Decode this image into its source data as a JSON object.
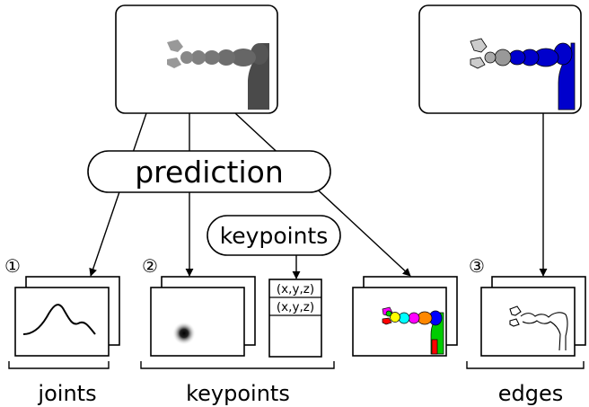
{
  "prediction_label": "prediction",
  "keypoints_bubble": "keypoints",
  "markers": {
    "one": "①",
    "two": "②",
    "three": "③"
  },
  "keypoint_rows": [
    "(x,y,z)",
    "(x,y,z)"
  ],
  "group_labels": {
    "joints": "joints",
    "keypoints": "keypoints",
    "edges": "edges"
  },
  "colors": {
    "depth_arm": "#666666",
    "segmented_arm": "#0000cc",
    "edge_line": "#000000",
    "heatmap_spot": "#000000",
    "segment_palette": [
      "#ff00ff",
      "#ffff00",
      "#00ffff",
      "#ff0000",
      "#00cc00",
      "#0000ff",
      "#ff8800"
    ]
  }
}
